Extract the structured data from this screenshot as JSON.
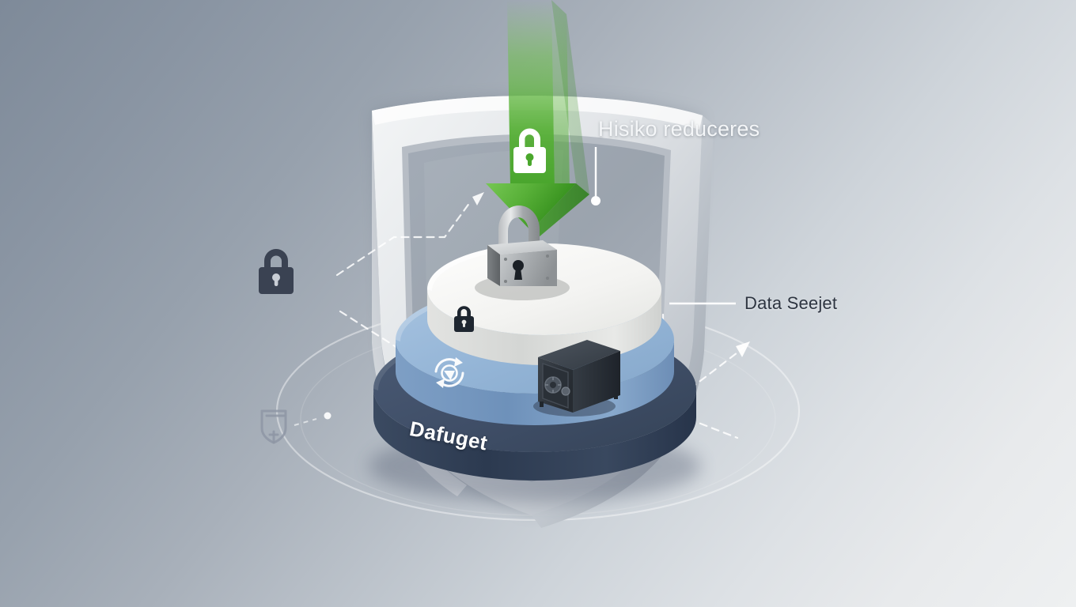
{
  "scene": {
    "title": "Data security shield infographic",
    "background": {
      "gradient_from": "#7e8a99",
      "gradient_to": "#eef0f1",
      "direction": "top-left to bottom-right"
    }
  },
  "callouts": [
    {
      "id": "risk",
      "label": "Hisiko reduceres",
      "color": "#f4f6f8",
      "leader": "vertical-line-with-dot",
      "position": "upper-right"
    },
    {
      "id": "data",
      "label": "Data Seejet",
      "color": "#2d3440",
      "leader": "horizontal-line",
      "position": "middle-right"
    }
  ],
  "stack": {
    "band_label": "Dafuget",
    "band_label_color": "#ffffff",
    "discs": [
      {
        "name": "top-disc",
        "top_color": "#f4f4f2",
        "side_color": "#dcdddb"
      },
      {
        "name": "middle-disc",
        "top_color": "#93b4d6",
        "side_color": "#7b9ec4"
      },
      {
        "name": "bottom-disc",
        "top_color": "#46556e",
        "side_color": "#323f55"
      }
    ]
  },
  "icons": {
    "arrow_lock": "padlock-icon",
    "center_lock": "padlock-3d-icon",
    "disc_lock": "padlock-small-icon",
    "sync_globe": "sync-globe-icon",
    "safe": "safe-vault-icon",
    "left_lock": "padlock-flat-icon",
    "left_shield": "shield-outline-icon"
  },
  "colors": {
    "accent_green_light": "#6cc04a",
    "accent_green_dark": "#3f9a24",
    "shield_frame": "#e6e9eb",
    "shield_glass": "#9aa3ae",
    "dash_line": "#ffffff"
  }
}
